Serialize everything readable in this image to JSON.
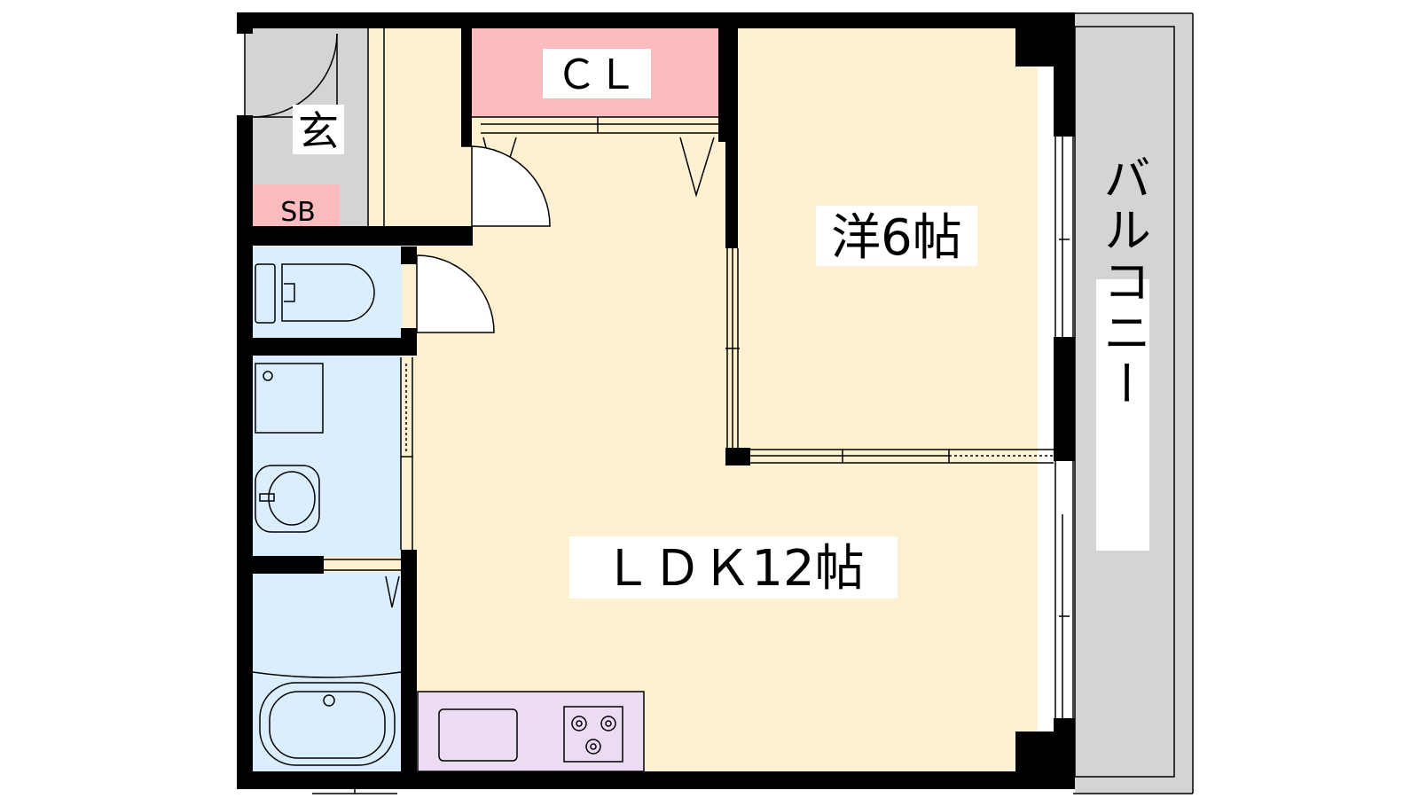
{
  "rooms": {
    "genkan": {
      "label": "玄"
    },
    "shoe_box": {
      "label": "SB"
    },
    "closet": {
      "label": "ＣＬ"
    },
    "western": {
      "label": "洋6帖"
    },
    "ldk": {
      "label": "ＬＤＫ12帖"
    },
    "balcony": {
      "label": "バルコニー"
    }
  },
  "colors": {
    "wall": "#000000",
    "floor": "#fdf1d2",
    "entrance": "#d4d4d4",
    "closet": "#fcbcbf",
    "shoe_box": "#fcbcbf",
    "wet_area": "#dbeeff",
    "kitchen": "#ebdcf4",
    "balcony": "#d4d4d4"
  }
}
